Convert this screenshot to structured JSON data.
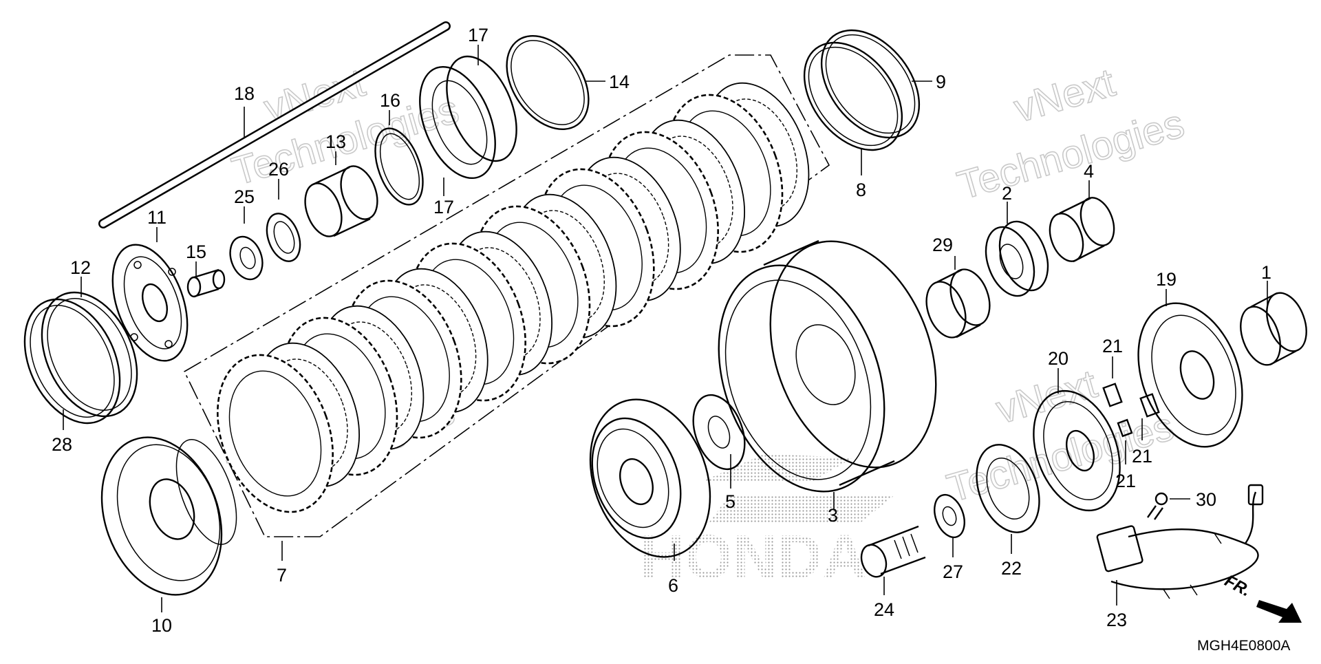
{
  "watermark": {
    "line1": "vNext",
    "line2": "Technologies"
  },
  "callouts": [
    {
      "id": "c1",
      "label": "1"
    },
    {
      "id": "c2",
      "label": "2"
    },
    {
      "id": "c3",
      "label": "3"
    },
    {
      "id": "c4",
      "label": "4"
    },
    {
      "id": "c5",
      "label": "5"
    },
    {
      "id": "c6",
      "label": "6"
    },
    {
      "id": "c7",
      "label": "7"
    },
    {
      "id": "c8",
      "label": "8"
    },
    {
      "id": "c9",
      "label": "9"
    },
    {
      "id": "c10",
      "label": "10"
    },
    {
      "id": "c11",
      "label": "11"
    },
    {
      "id": "c12",
      "label": "12"
    },
    {
      "id": "c13",
      "label": "13"
    },
    {
      "id": "c14",
      "label": "14"
    },
    {
      "id": "c15",
      "label": "15"
    },
    {
      "id": "c16",
      "label": "16"
    },
    {
      "id": "c17a",
      "label": "17"
    },
    {
      "id": "c17b",
      "label": "17"
    },
    {
      "id": "c18",
      "label": "18"
    },
    {
      "id": "c19",
      "label": "19"
    },
    {
      "id": "c20",
      "label": "20"
    },
    {
      "id": "c21a",
      "label": "21"
    },
    {
      "id": "c21b",
      "label": "21"
    },
    {
      "id": "c21c",
      "label": "21"
    },
    {
      "id": "c22",
      "label": "22"
    },
    {
      "id": "c23",
      "label": "23"
    },
    {
      "id": "c24",
      "label": "24"
    },
    {
      "id": "c25",
      "label": "25"
    },
    {
      "id": "c26",
      "label": "26"
    },
    {
      "id": "c27",
      "label": "27"
    },
    {
      "id": "c28",
      "label": "28"
    },
    {
      "id": "c29",
      "label": "29"
    },
    {
      "id": "c30",
      "label": "30"
    }
  ],
  "direction_label": "FR.",
  "diagram_code": "MGH4E0800A",
  "brand_mark": "HONDA"
}
